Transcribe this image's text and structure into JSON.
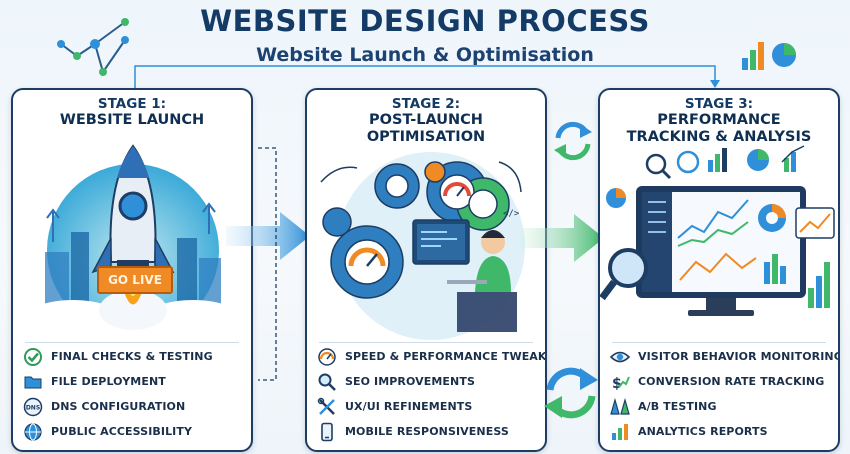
{
  "title": "WEBSITE DESIGN PROCESS",
  "subtitle": "Website Launch & Optimisation",
  "stages": [
    {
      "label": "STAGE 1:",
      "name": "WEBSITE LAUNCH",
      "badge": "GO LIVE",
      "items": [
        {
          "icon": "check-circle-icon",
          "text": "FINAL CHECKS & TESTING"
        },
        {
          "icon": "folder-icon",
          "text": "FILE DEPLOYMENT"
        },
        {
          "icon": "dns-icon",
          "text": "DNS CONFIGURATION",
          "icon_text": "DNS"
        },
        {
          "icon": "globe-icon",
          "text": "PUBLIC ACCESSIBILITY"
        }
      ]
    },
    {
      "label": "STAGE 2:",
      "name": "POST-LAUNCH\nOPTIMISATION",
      "items": [
        {
          "icon": "speedometer-icon",
          "text": "SPEED & PERFORMANCE TWEAKS"
        },
        {
          "icon": "magnifier-icon",
          "text": "SEO IMPROVEMENTS"
        },
        {
          "icon": "tools-icon",
          "text": "UX/UI REFINEMENTS"
        },
        {
          "icon": "mobile-icon",
          "text": "MOBILE RESPONSIVENESS"
        }
      ]
    },
    {
      "label": "STAGE 3:",
      "name": "PERFORMANCE\nTRACKING & ANALYSIS",
      "items": [
        {
          "icon": "eye-icon",
          "text": "VISITOR BEHAVIOR MONITORING"
        },
        {
          "icon": "dollar-arrow-icon",
          "text": "CONVERSION RATE TRACKING"
        },
        {
          "icon": "ab-test-icon",
          "text": "A/B TESTING"
        },
        {
          "icon": "bar-chart-icon",
          "text": "ANALYTICS REPORTS"
        }
      ]
    }
  ],
  "colors": {
    "title": "#143a66",
    "border": "#1d3d63",
    "accent_blue": "#2f8fd8",
    "accent_green": "#3fb86a",
    "accent_orange": "#f08a24"
  }
}
